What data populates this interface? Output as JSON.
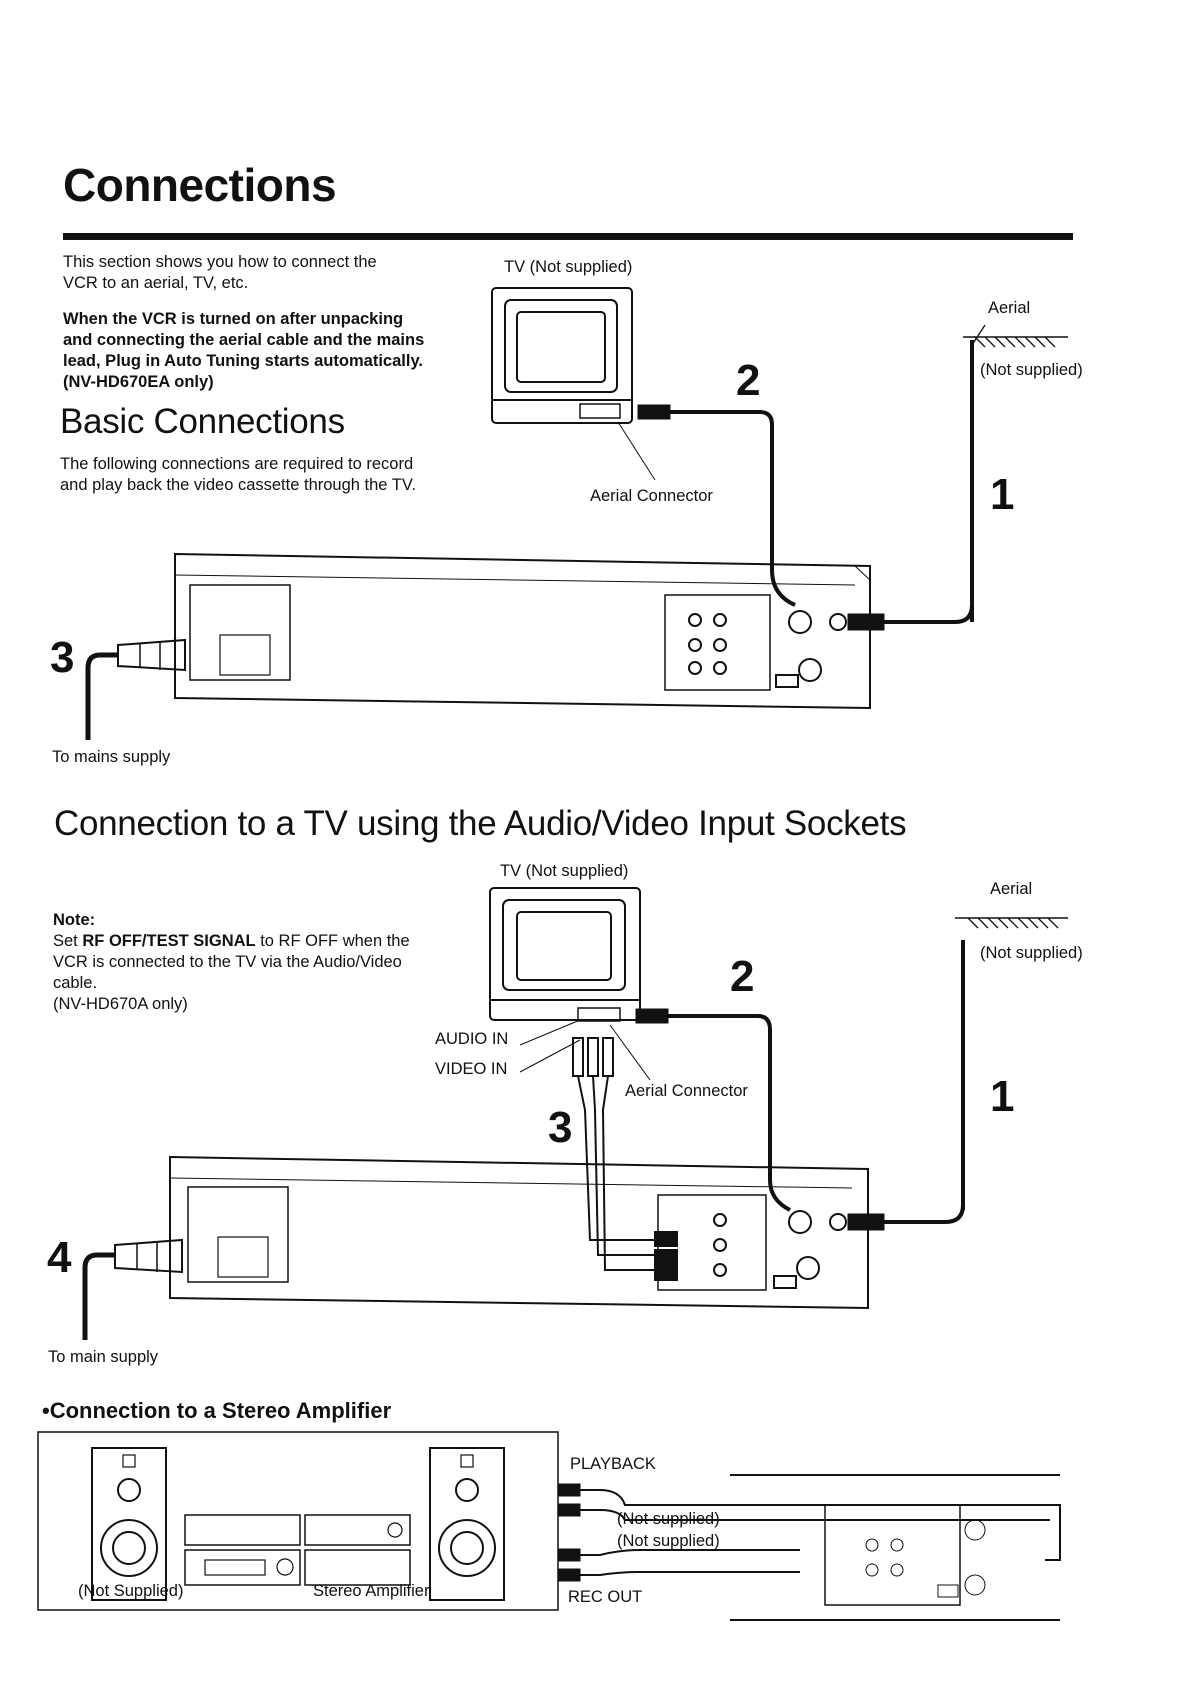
{
  "page": {
    "title": "Connections",
    "intro_line1": "This section shows you how to connect the",
    "intro_line2": "VCR to an aerial, TV, etc.",
    "bold_note": [
      "When the VCR is turned on after unpacking",
      "and connecting the aerial cable and the mains",
      "lead, Plug in Auto Tuning starts automatically.",
      "(NV-HD670EA only)"
    ]
  },
  "basic": {
    "heading": "Basic Connections",
    "desc_line1": "The following connections are required to record",
    "desc_line2": "and play back the video cassette through the TV.",
    "tv_label": "TV (Not supplied)",
    "aerial_label": "Aerial",
    "not_supplied": "(Not supplied)",
    "aerial_connector": "Aerial Connector",
    "mains": "To mains supply",
    "step1": "1",
    "step2": "2",
    "step3": "3"
  },
  "av": {
    "heading": "Connection to a TV using the Audio/Video Input Sockets",
    "tv_label": "TV (Not supplied)",
    "aerial_label": "Aerial",
    "not_supplied": "(Not supplied)",
    "note_title": "Note:",
    "note_pre": "Set ",
    "note_bold": "RF OFF/TEST SIGNAL",
    "note_post": " to RF OFF when the",
    "note_line2": "VCR is connected to the TV via the Audio/Video",
    "note_line3": "cable.",
    "note_line4": "(NV-HD670A only)",
    "audio_in": "AUDIO IN",
    "video_in": "VIDEO IN",
    "aerial_connector": "Aerial Connector",
    "mains": "To main supply",
    "step1": "1",
    "step2": "2",
    "step3": "3",
    "step4": "4"
  },
  "stereo": {
    "heading": "•Connection to a Stereo Amplifier",
    "playback": "PLAYBACK",
    "not_supplied_1": "(Not supplied)",
    "not_supplied_2": "(Not supplied)",
    "rec_out": "REC OUT",
    "speakers_label": "(Not Supplied)",
    "amp_label": "Stereo Amplifier"
  }
}
